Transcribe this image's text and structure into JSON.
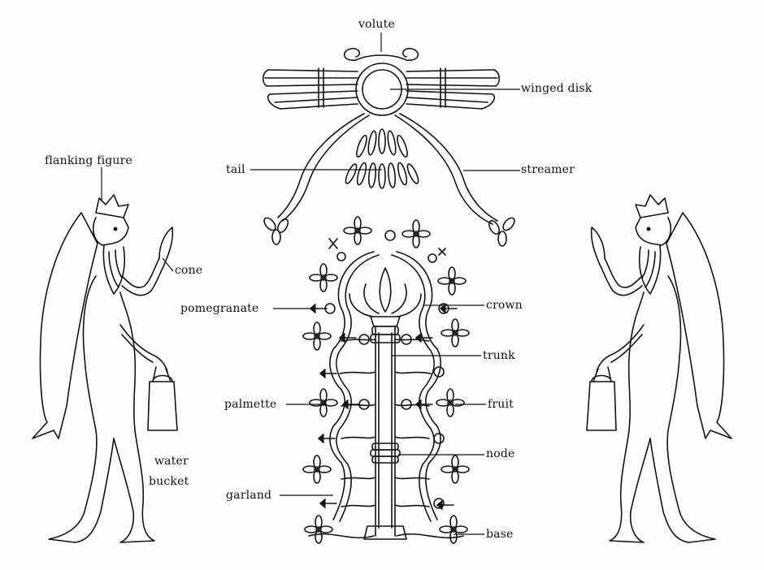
{
  "labels": {
    "volute": "volute",
    "winged_disk": "winged disk",
    "flanking_figure": "flanking figure",
    "tail": "tail",
    "streamer": "streamer",
    "cone": "cone",
    "pomegranate": "pomegranate",
    "crown": "crown",
    "trunk": "trunk",
    "palmette": "palmette",
    "fruit": "fruit",
    "water": "water",
    "bucket": "bucket",
    "node": "node",
    "garland": "garland",
    "base": "base"
  }
}
